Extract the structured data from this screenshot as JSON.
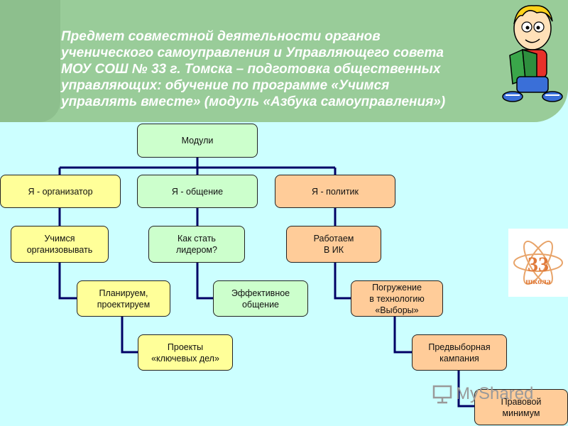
{
  "header": {
    "title_lines": [
      "Предмет совместной деятельности органов",
      "ученического самоуправления  и Управляющего совета",
      "МОУ СОШ № 33 г. Томска – подготовка общественных",
      "управляющих: обучение по программе «Учимся",
      "управлять вместе» (модуль «Азбука самоуправления»)"
    ]
  },
  "diagram": {
    "root": "Модули",
    "branches": {
      "organizer": {
        "label": "Я - организатор",
        "items": [
          "Учимся\nорганизовывать",
          "Планируем,\nпроектируем",
          "Проекты\n«ключевых дел»"
        ]
      },
      "communication": {
        "label": "Я - общение",
        "items": [
          "Как стать\nлидером?",
          "Эффективное\nобщение"
        ]
      },
      "politician": {
        "label": "Я - политик",
        "items": [
          "Работаем\nВ ИК",
          "Погружение\nв технологию\n«Выборы»",
          "Предвыборная\nкампания",
          "Правовой\nминимум"
        ]
      }
    }
  },
  "logo": {
    "number": "33",
    "word": "школа",
    "icon": "atom-logo-icon"
  },
  "watermark": {
    "text": "MyShared",
    "icon": "presentation-screen-icon"
  },
  "colors": {
    "background": "#ccffff",
    "header": "#99cc99",
    "node_green": "#ccffcc",
    "node_yellow": "#ffff99",
    "node_orange": "#ffcc99",
    "connector": "#000066"
  }
}
